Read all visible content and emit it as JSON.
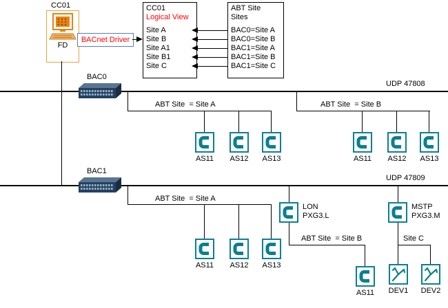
{
  "workstation": {
    "title": "CC01",
    "label": "FD"
  },
  "driver_label": "BACnet Driver",
  "logical_box": {
    "title": "CC01",
    "subtitle": "Logical View",
    "sites": [
      "Site A",
      "Site B",
      "Site A1",
      "Site B1",
      "Site C"
    ]
  },
  "abt_box": {
    "title": "ABT Site",
    "subtitle": "Sites",
    "mappings": [
      "BAC0=Site A",
      "BAC0=Site B",
      "BAC1=Site A",
      "BAC1=Site B",
      "BAC1=Site C"
    ]
  },
  "bus1": {
    "udp": "UDP 47808",
    "switch": "BAC0",
    "site_a": {
      "label": "ABT Site  = Site A",
      "devices": [
        "AS11",
        "AS12",
        "AS13"
      ]
    },
    "site_b": {
      "label": "ABT Site  = Site B",
      "devices": [
        "AS11",
        "AS12",
        "AS13"
      ]
    }
  },
  "bus2": {
    "udp": "UDP 47809",
    "switch": "BAC1",
    "site_a": {
      "label": "ABT Site  = Site A",
      "devices": [
        "AS11",
        "AS12",
        "AS13"
      ]
    },
    "lon": {
      "line1": "LON",
      "line2": "PXG3.L"
    },
    "mstp": {
      "line1": "MSTP",
      "line2": "PXG3.M"
    },
    "site_b": {
      "label": "ABT Site  = Site B",
      "devices": [
        "AS11"
      ]
    },
    "site_c": {
      "label": "Site C",
      "devices": [
        "DEV1",
        "DEV2"
      ]
    }
  },
  "colors": {
    "teal": "#0b7f91",
    "orange": "#e8820d",
    "red": "#ff0000"
  }
}
